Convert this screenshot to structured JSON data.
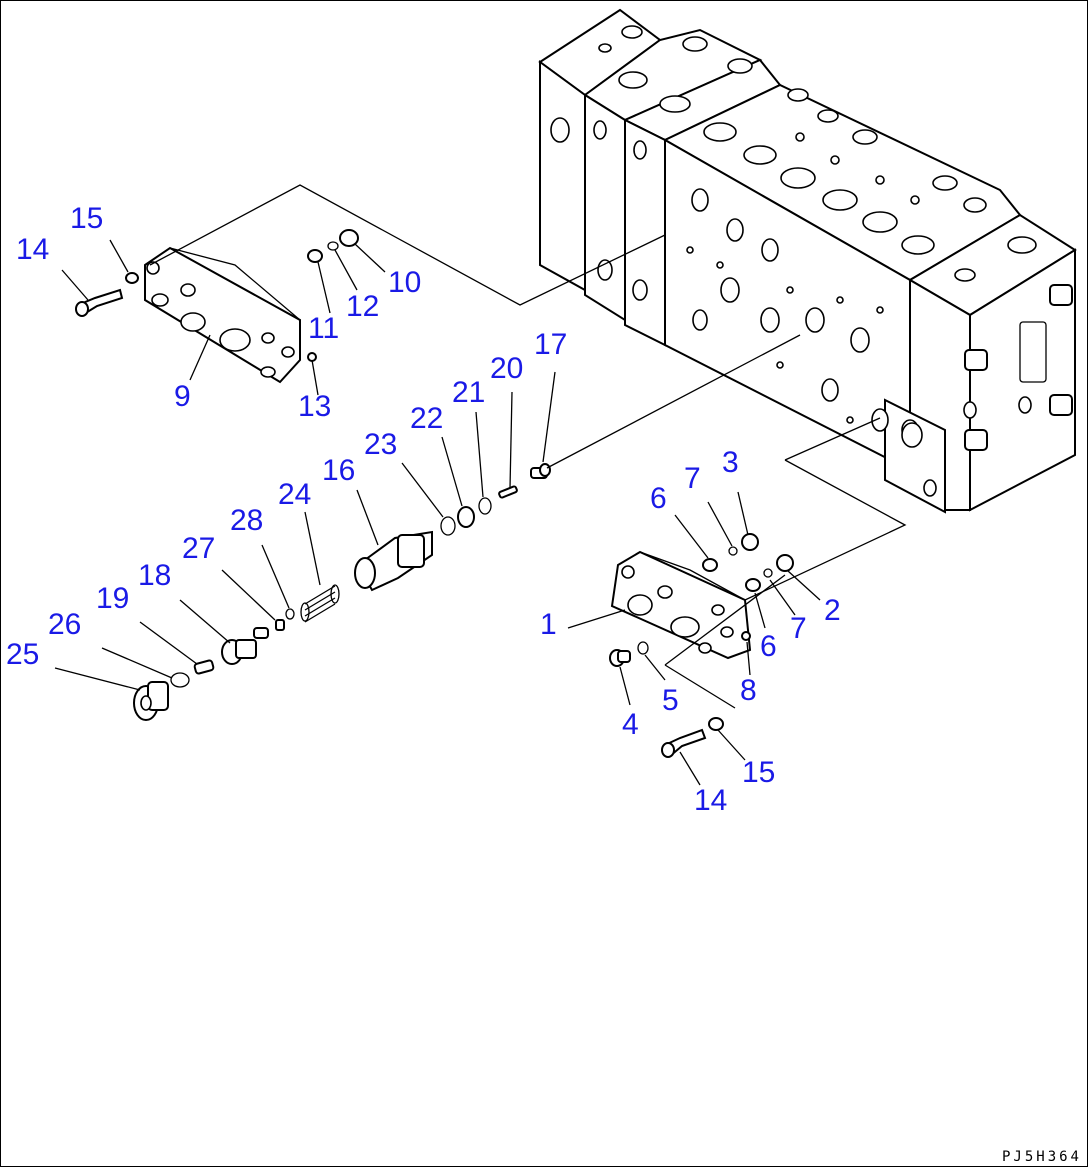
{
  "callouts": {
    "c14a": "14",
    "c15a": "15",
    "c10": "10",
    "c12": "12",
    "c11": "11",
    "c9": "9",
    "c13": "13",
    "c17": "17",
    "c20": "20",
    "c21": "21",
    "c22": "22",
    "c23": "23",
    "c16": "16",
    "c24": "24",
    "c28": "28",
    "c27": "27",
    "c18": "18",
    "c19": "19",
    "c26": "26",
    "c25": "25",
    "c3": "3",
    "c7a": "7",
    "c6a": "6",
    "c2": "2",
    "c7b": "7",
    "c6b": "6",
    "c1": "1",
    "c8": "8",
    "c5": "5",
    "c4": "4",
    "c15b": "15",
    "c14b": "14"
  },
  "drawing_code": "PJ5H364",
  "colors": {
    "callout": "#1a1ae6",
    "line": "#000000",
    "background": "#ffffff"
  }
}
